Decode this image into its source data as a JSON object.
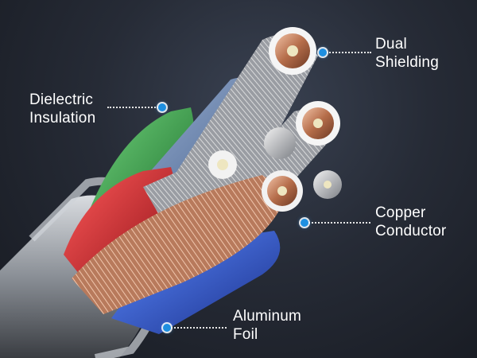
{
  "callouts": {
    "dual_shielding": [
      "Dual",
      "Shielding"
    ],
    "dielectric_insulation": [
      "Dielectric",
      "Insulation"
    ],
    "copper_conductor": [
      "Copper",
      "Conductor"
    ],
    "aluminum_foil": [
      "Aluminum",
      "Foil"
    ]
  },
  "colors": {
    "dot": "#1e8fe0",
    "leader": "#e6e6e6",
    "text": "#ffffff",
    "green_wire": "#2f9e44",
    "red_wire": "#c8202a",
    "blue_wire": "#2a55c8",
    "copper": "#b56d4a"
  }
}
